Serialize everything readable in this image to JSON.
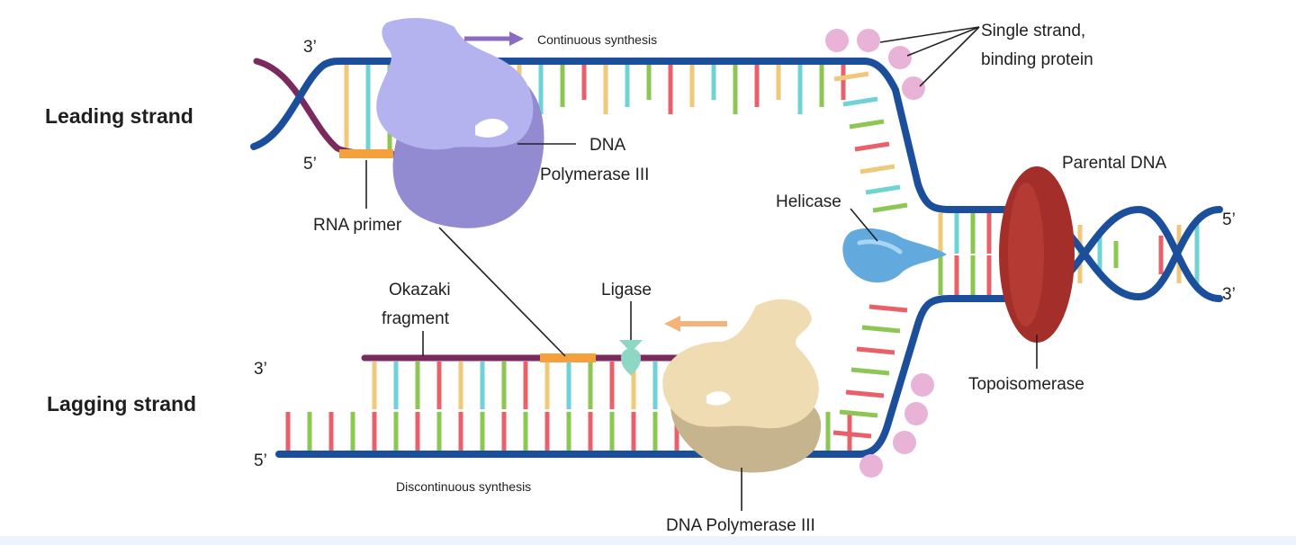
{
  "labels": {
    "leading_strand": "Leading strand",
    "lagging_strand": "Lagging strand",
    "continuous_synthesis": "Continuous synthesis",
    "discontinuous_synthesis": "Discontinuous synthesis",
    "ssb_line1": "Single strand,",
    "ssb_line2": "binding protein",
    "parental_dna": "Parental DNA",
    "helicase": "Helicase",
    "topoisomerase": "Topoisomerase",
    "dna_pol_leading_line1": "DNA",
    "dna_pol_leading_line2": "Polymerase III",
    "dna_pol_lagging": "DNA Polymerase III",
    "rna_primer": "RNA primer",
    "okazaki_line1": "Okazaki",
    "okazaki_line2": "fragment",
    "ligase": "Ligase",
    "leading_3prime": "3’",
    "leading_5prime": "5’",
    "lagging_3prime": "3’",
    "lagging_5prime": "5’",
    "parental_5prime": "5’",
    "parental_3prime": "3’"
  },
  "colors": {
    "backbone": "#1b4f9c",
    "new_strand": "#7b2a5e",
    "rna_primer": "#f4a03c",
    "polymerase_leading": "#b5b3ef",
    "polymerase_lagging": "#f0dcb2",
    "helicase": "#62a9de",
    "topoisomerase": "#a42f2a",
    "ssb": "#e9b3d8",
    "ligase": "#8fd6c4",
    "base_yellow": "#efc879",
    "base_cyan": "#6fd3d6",
    "base_green": "#8ec654",
    "base_red": "#e8616a"
  }
}
